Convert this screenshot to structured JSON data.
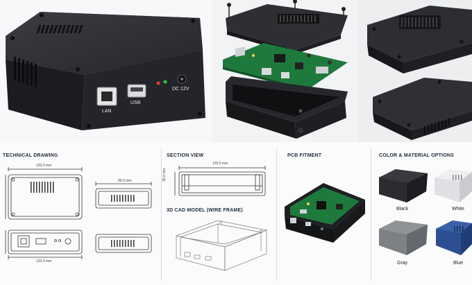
{
  "hero": {
    "port_lan": "LAN",
    "port_usb": "USB",
    "port_dc": "DC 12V"
  },
  "sections": {
    "technical_drawing": "TECHNICAL DRAWING",
    "section_view": "SECTION VIEW",
    "cad_model": "3D CAD MODEL (WIRE FRAME)",
    "pcb_fitment": "PCB FITMENT",
    "color_options": "COLOR & MATERIAL OPTIONS"
  },
  "dimensions": {
    "top_width": "120.0 mm",
    "side_width": "80.0 mm",
    "front_width": "120.0 mm",
    "section_width": "120.0 mm",
    "section_height": "35.0 mm"
  },
  "colors": {
    "black": {
      "label": "Black",
      "hex": "#2a2c30"
    },
    "white": {
      "label": "White",
      "hex": "#e9eaec"
    },
    "gray": {
      "label": "Gray",
      "hex": "#7d8085"
    },
    "blue": {
      "label": "Blue",
      "hex": "#2c4f93"
    }
  },
  "accent": {
    "pcb_green": "#1e7a3c",
    "enclosure_dark": "#202226",
    "led_red": "#e23b2e",
    "led_green": "#33c24b"
  }
}
